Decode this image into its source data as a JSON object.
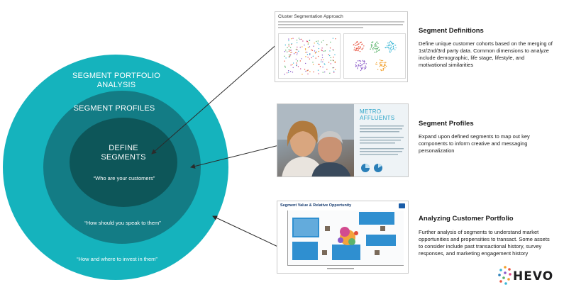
{
  "circles": {
    "outer": {
      "title": "SEGMENT PORTFOLIO ANALYSIS",
      "quote": "“How and where to invest in them”"
    },
    "middle": {
      "title": "SEGMENT PROFILES",
      "quote": "“How should you speak to them”"
    },
    "inner": {
      "title": "DEFINE SEGMENTS",
      "quote": "“Who are your customers”"
    },
    "colors": {
      "outer": "#15b3bd",
      "middle": "#137c85",
      "inner": "#0d5659"
    }
  },
  "thumbnails": {
    "cluster": {
      "title": "Cluster Segmentation Approach"
    },
    "profile": {
      "title": "METRO AFFLUENTS"
    },
    "portfolio": {
      "title": "Segment Value & Relative Opportunity"
    }
  },
  "sections": [
    {
      "title": "Segment Definitions",
      "body": "Define unique customer cohorts based on the merging of 1st/2nd/3rd party data. Common dimensions to analyze include demographic, life stage, lifestyle, and motivational similarities"
    },
    {
      "title": "Segment Profiles",
      "body": "Expand upon defined segments to map out key components to inform creative and messaging personalization"
    },
    {
      "title": "Analyzing Customer Portfolio",
      "body": "Further analysis of segments to understand market opportunities and propensities to transact. Some assets to consider include past transactional history, survey responses, and marketing engagement history"
    }
  ],
  "logo": {
    "word": "HEVO",
    "icon": "dotted-starburst-icon"
  }
}
